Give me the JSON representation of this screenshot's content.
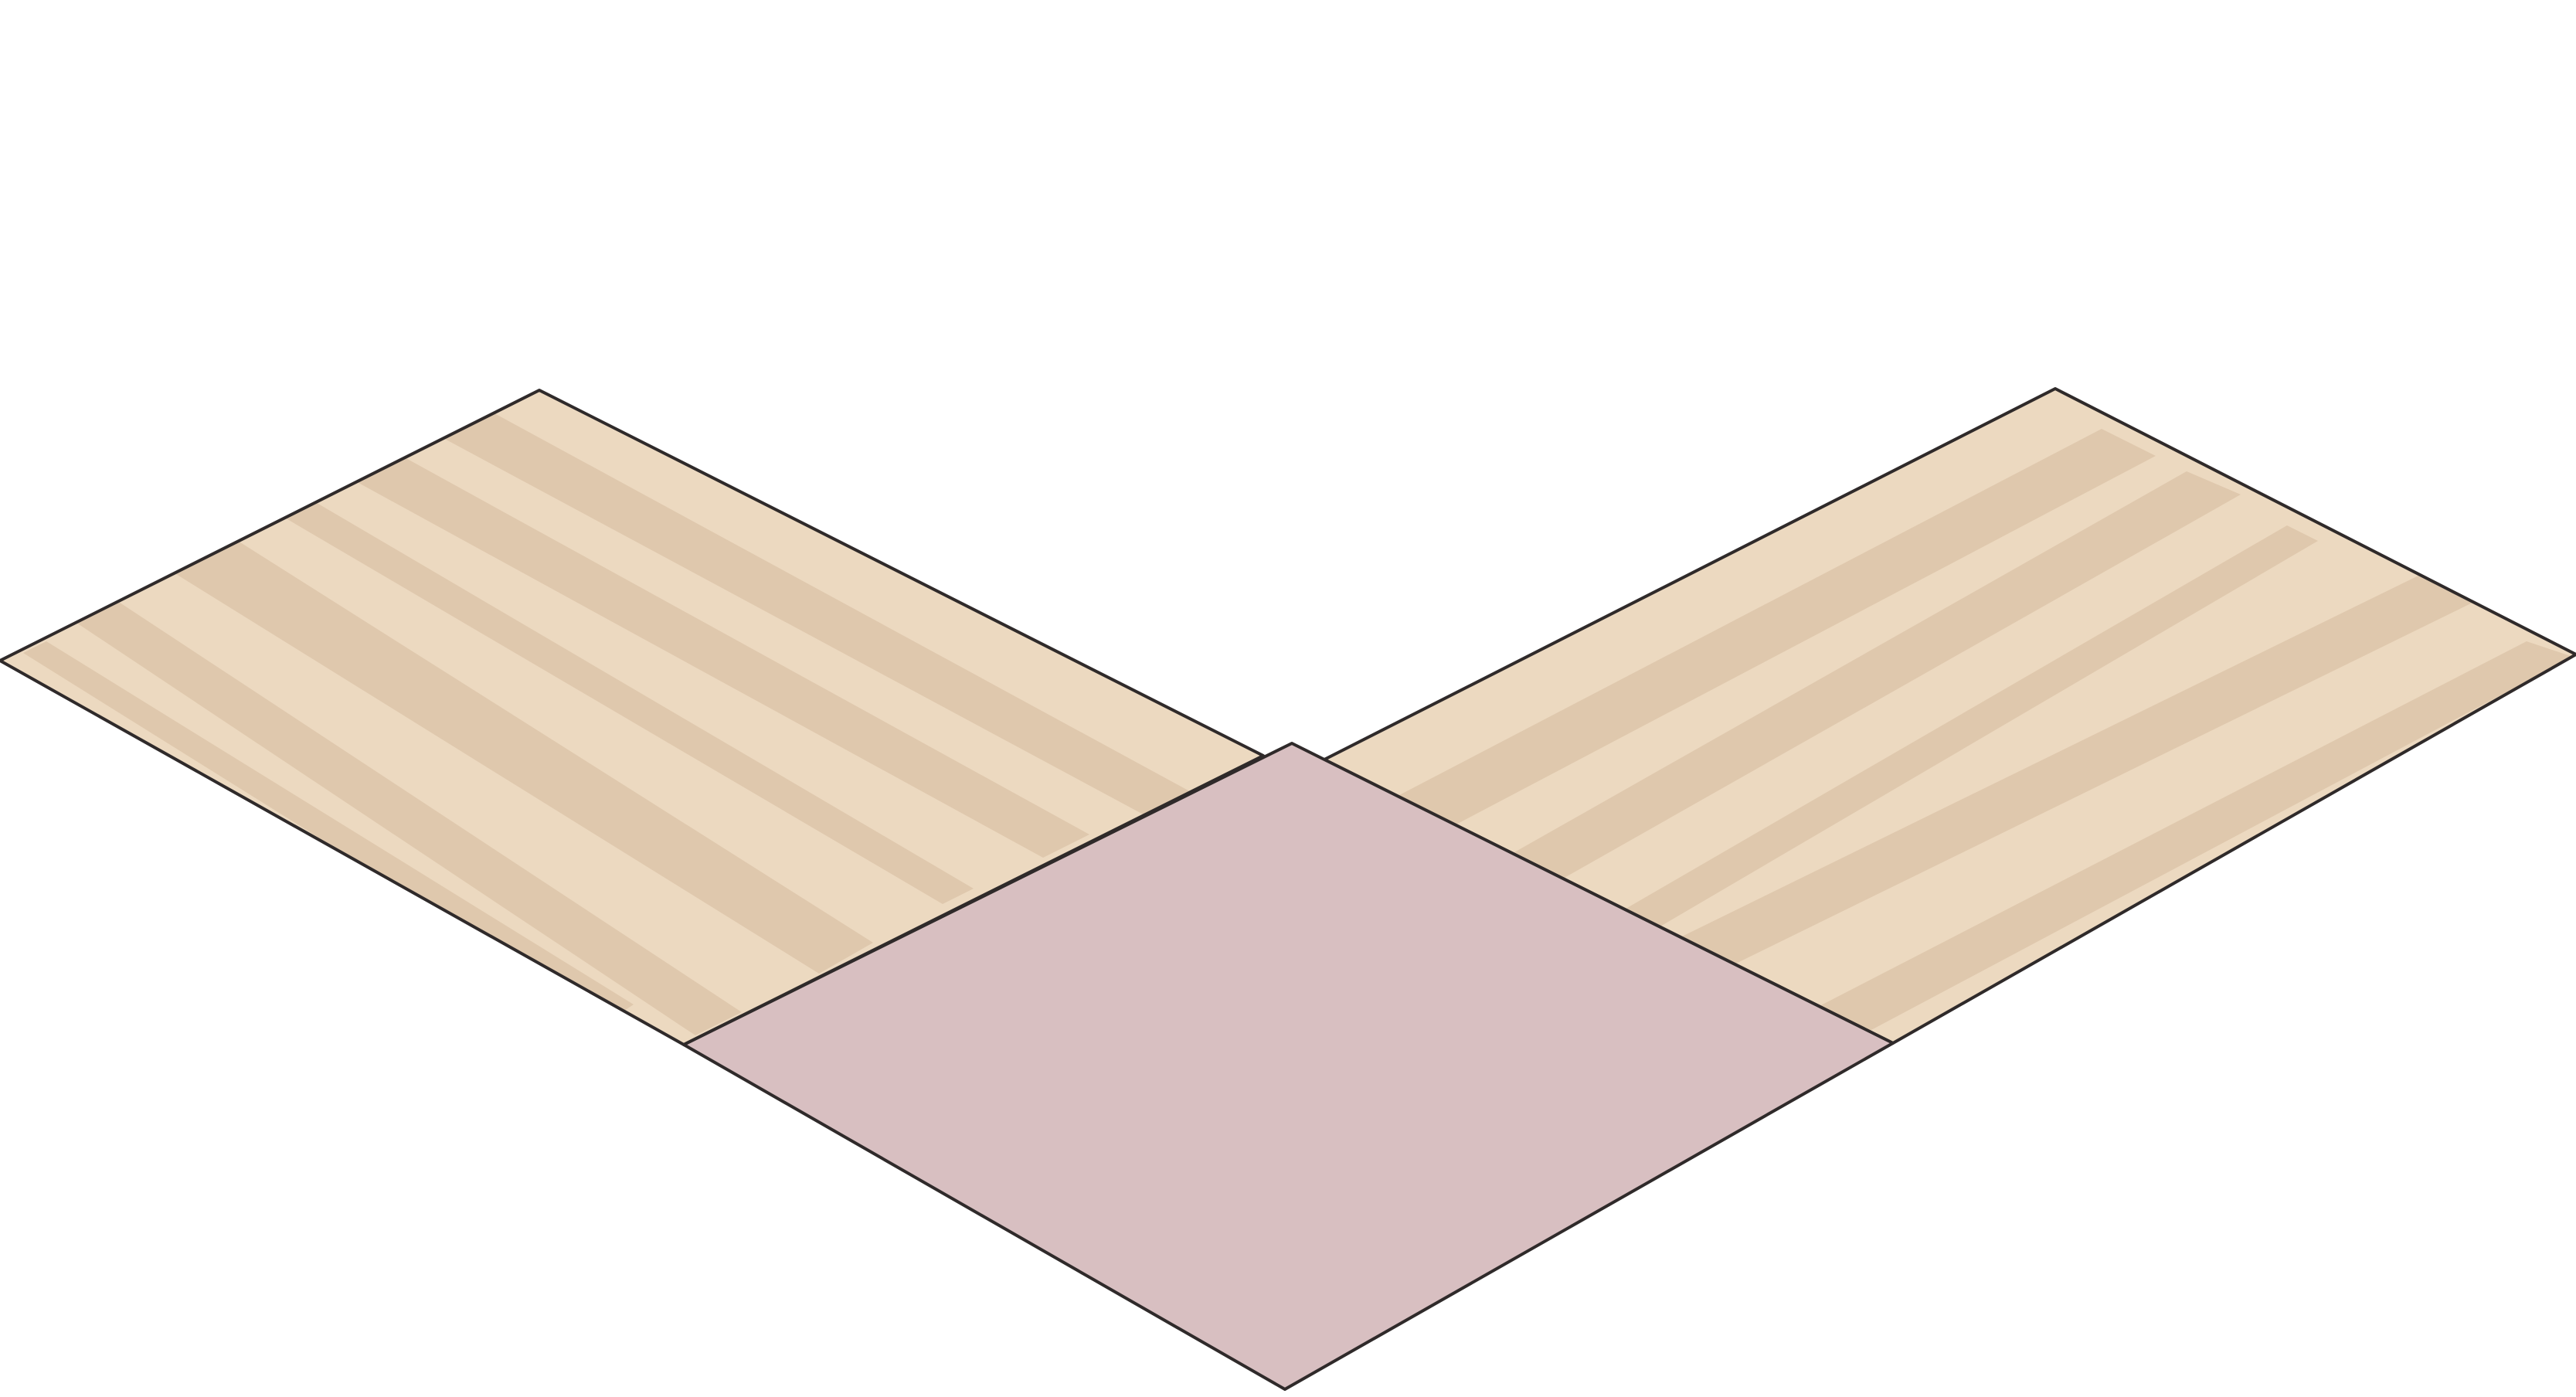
{
  "scene": {
    "name": "isometric-floor-tiles",
    "tiles": [
      {
        "id": "left-wood-tile",
        "material": "wood",
        "base_color": "#ecd9c0",
        "stripe_color": "#dfc8ad"
      },
      {
        "id": "right-wood-tile",
        "material": "wood",
        "base_color": "#ecd9c0",
        "stripe_color": "#dfc8ad"
      },
      {
        "id": "center-carpet-tile",
        "material": "carpet",
        "base_color": "#d8bfc1"
      }
    ],
    "outline_color": "#2f2a2a",
    "background_color": "#ffffff"
  }
}
